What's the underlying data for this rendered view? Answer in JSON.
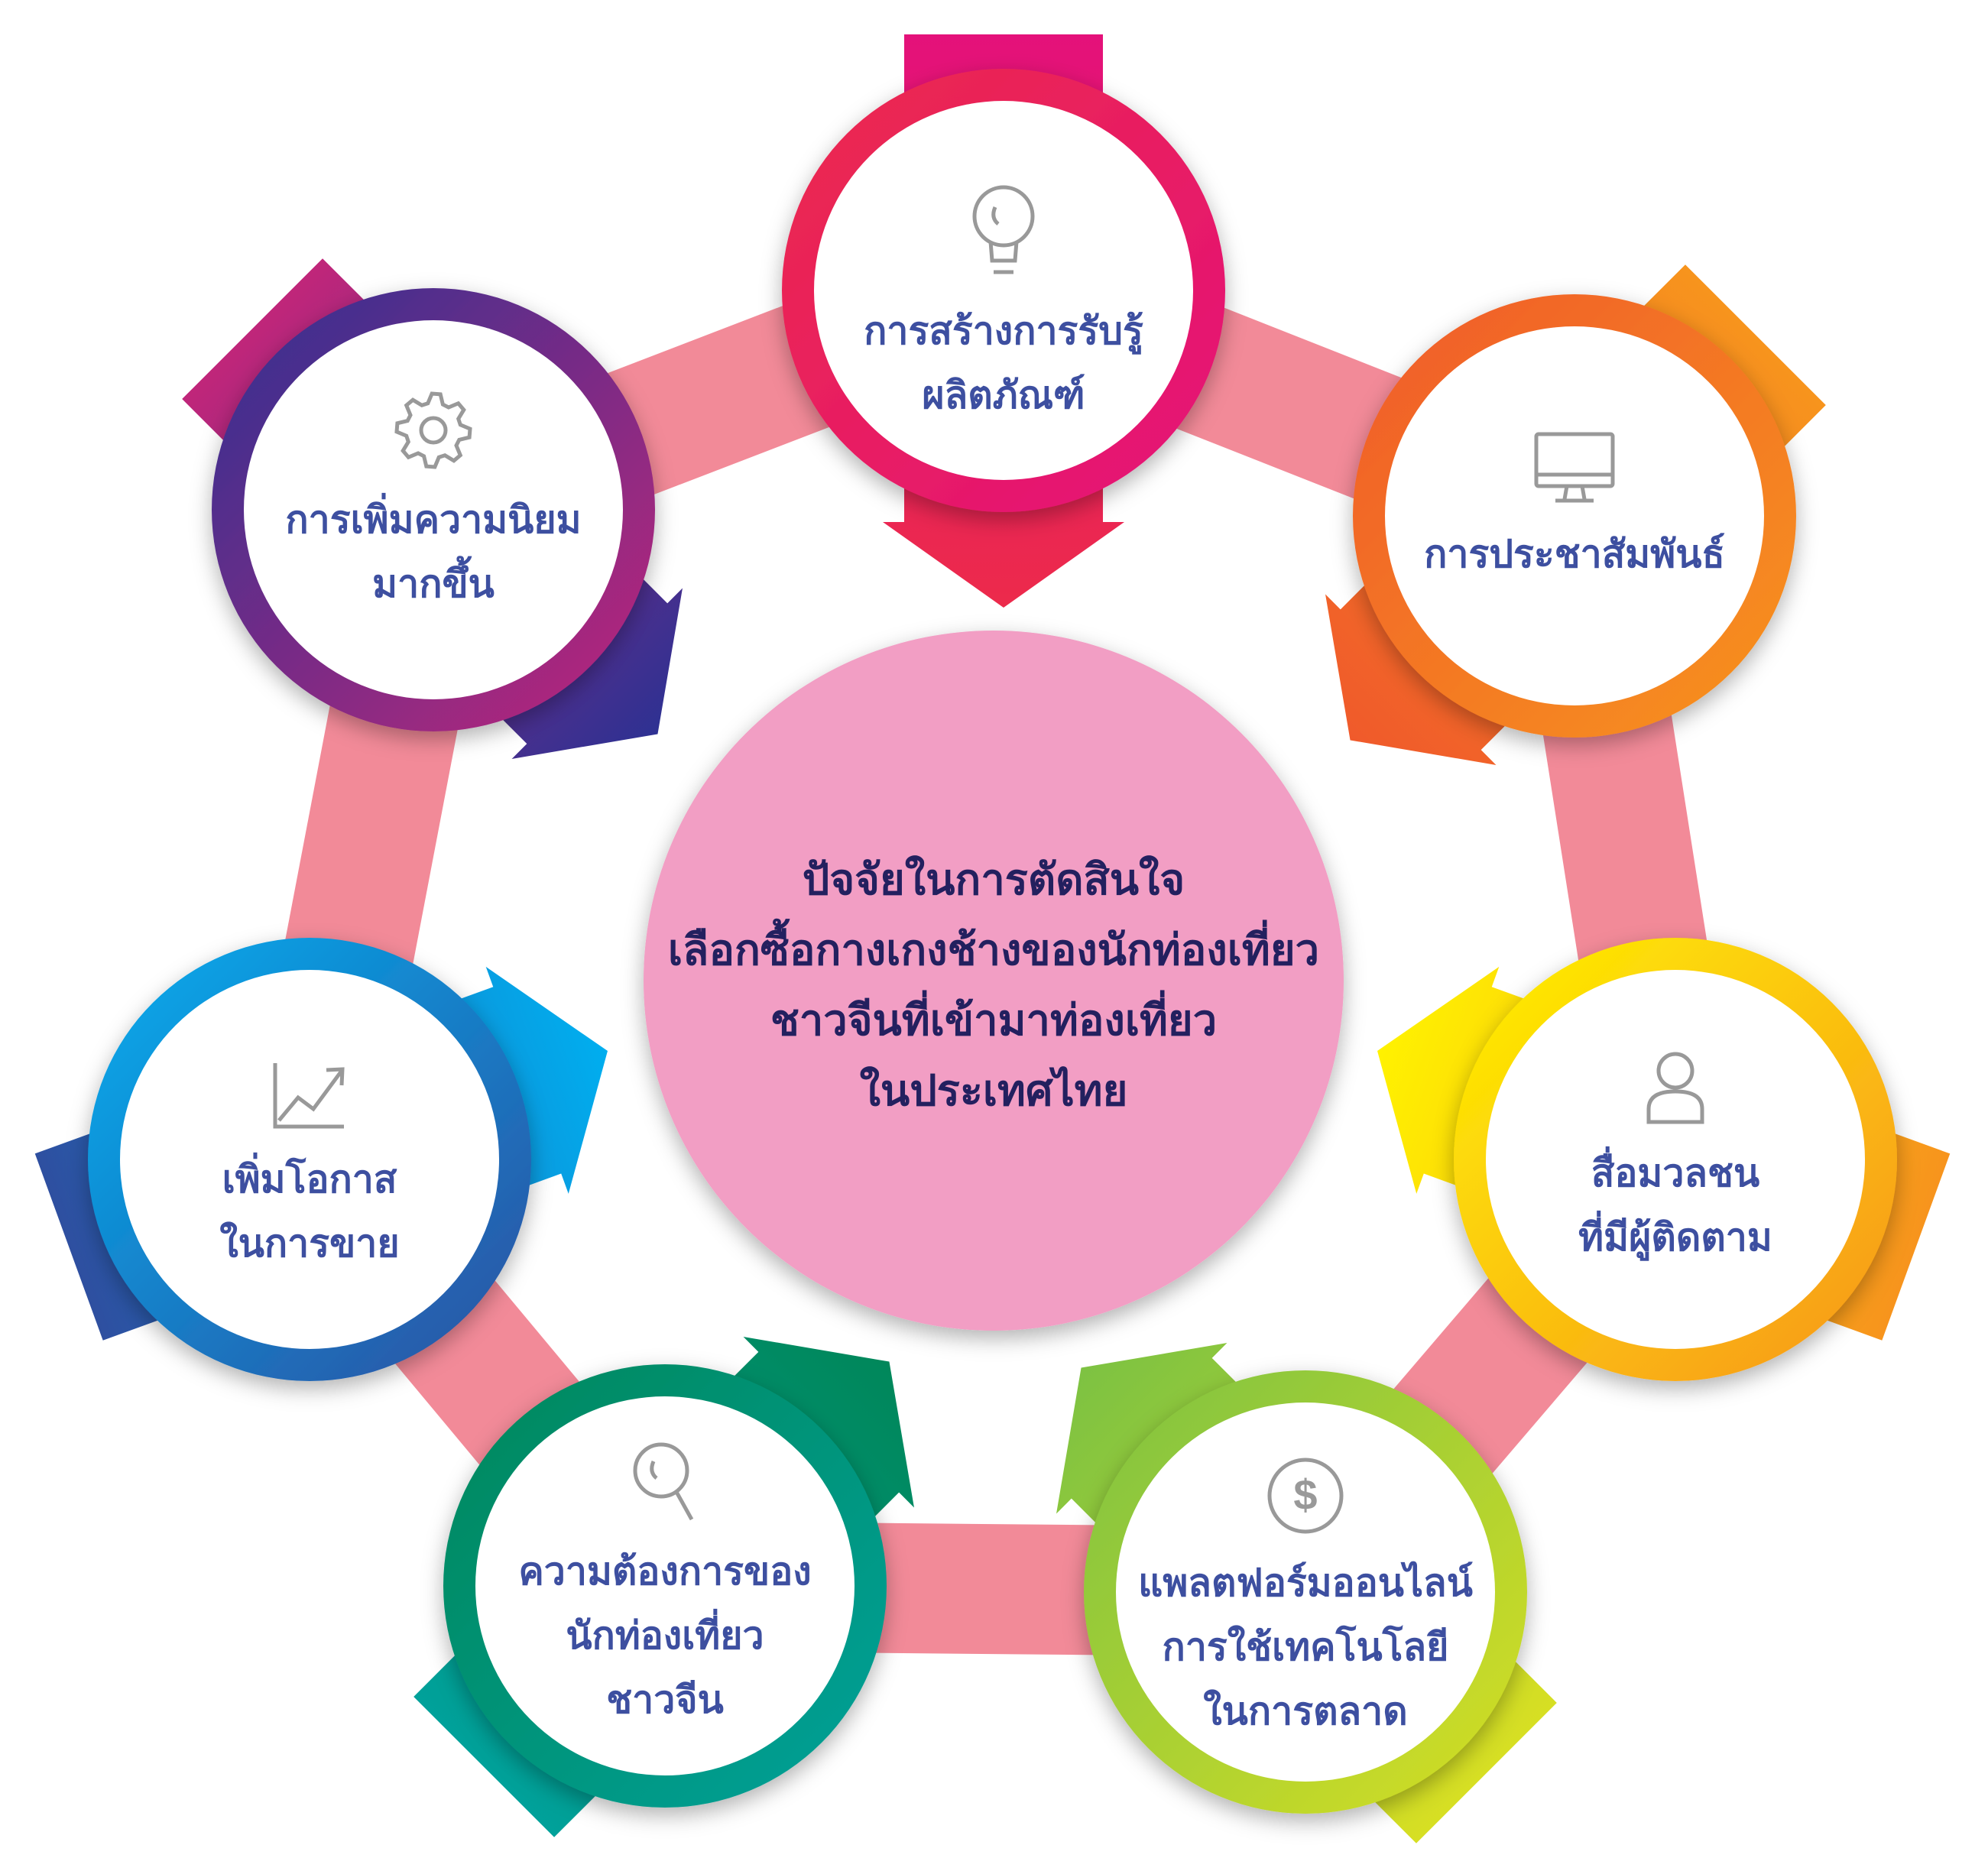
{
  "center": {
    "lines": [
      "ปัจจัยในการตัดสินใจ",
      "เลือกซื้อกางเกงช้างของนักท่องเที่ยว",
      "ชาวจีนที่เข้ามาท่องเที่ยว",
      "ในประเทศไทย"
    ],
    "fill": "#f29ec4",
    "text_color": "#23205f"
  },
  "connector_color": "#f28a98",
  "factors": [
    {
      "id": "awareness",
      "icon": "lightbulb-icon",
      "lines": [
        "การสร้างการรับรู้",
        "ผลิตภัณฑ์"
      ],
      "colors": [
        "#ec2a4b",
        "#e4117a"
      ]
    },
    {
      "id": "pr",
      "icon": "monitor-icon",
      "lines": [
        "การประชาสัมพันธ์"
      ],
      "colors": [
        "#f05a2b",
        "#f7941d"
      ]
    },
    {
      "id": "media",
      "icon": "user-icon",
      "lines": [
        "สื่อมวลชน",
        "ที่มีผู้ติดตาม"
      ],
      "colors": [
        "#fff200",
        "#f7941d"
      ]
    },
    {
      "id": "online",
      "icon": "dollar-icon",
      "lines": [
        "แพลตฟอร์มออนไลน์",
        "การใช้เทคโนโลยี",
        "ในการตลาด"
      ],
      "colors": [
        "#7dc242",
        "#d7df23"
      ]
    },
    {
      "id": "needs",
      "icon": "search-icon",
      "lines": [
        "ความต้องการของ",
        "นักท่องเที่ยว",
        "ชาวจีน"
      ],
      "colors": [
        "#00875a",
        "#00a19a"
      ]
    },
    {
      "id": "sales",
      "icon": "chart-up-icon",
      "lines": [
        "เพิ่มโอกาส",
        "ในการขาย"
      ],
      "colors": [
        "#00aeef",
        "#2e4fa0"
      ]
    },
    {
      "id": "popularity",
      "icon": "gear-icon",
      "lines": [
        "การเพิ่มความนิยม",
        "มากขึ้น"
      ],
      "colors": [
        "#2e3192",
        "#c0267a"
      ]
    }
  ]
}
